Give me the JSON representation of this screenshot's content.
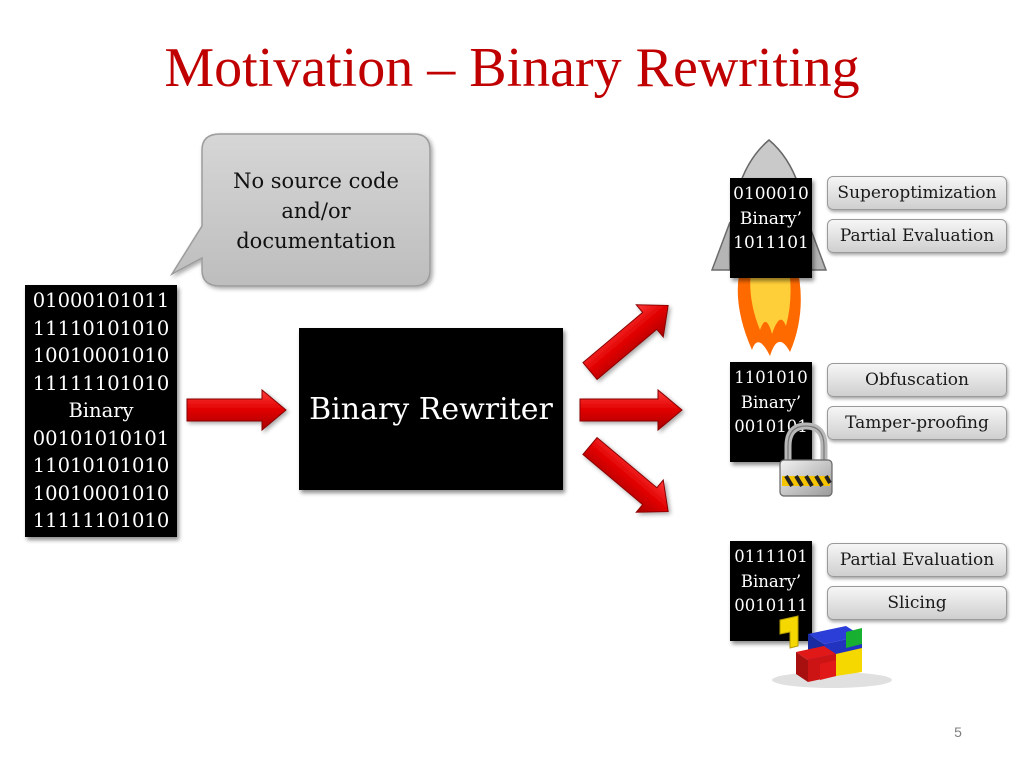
{
  "slide": {
    "title": "Motivation – Binary Rewriting",
    "page_number": "5"
  },
  "callout": {
    "lines": [
      "No source code",
      "and/or",
      "documentation"
    ]
  },
  "input_binary": {
    "lines": [
      "01000101011",
      "11110101010",
      "10010001010",
      "11111101010",
      "Binary",
      "00101010101",
      "11010101010",
      "10010001010",
      "11111101010"
    ]
  },
  "rewriter": {
    "label": "Binary Rewriter"
  },
  "outputs": [
    {
      "lines": [
        "0100010",
        "Binary’",
        "1011101"
      ],
      "icon": "rocket-icon",
      "tags": [
        "Superoptimization",
        "Partial Evaluation"
      ]
    },
    {
      "lines": [
        "1101010",
        "Binary’",
        "0010101"
      ],
      "icon": "padlock-icon",
      "tags": [
        "Obfuscation",
        "Tamper-proofing"
      ]
    },
    {
      "lines": [
        "0111101",
        "Binary’",
        "0010111"
      ],
      "icon": "puzzle-cube-icon",
      "tags": [
        "Partial Evaluation",
        "Slicing"
      ]
    }
  ],
  "colors": {
    "title": "#c00000",
    "arrow": "#e00000",
    "block": "#000000",
    "callout": "#c8c8c8"
  }
}
